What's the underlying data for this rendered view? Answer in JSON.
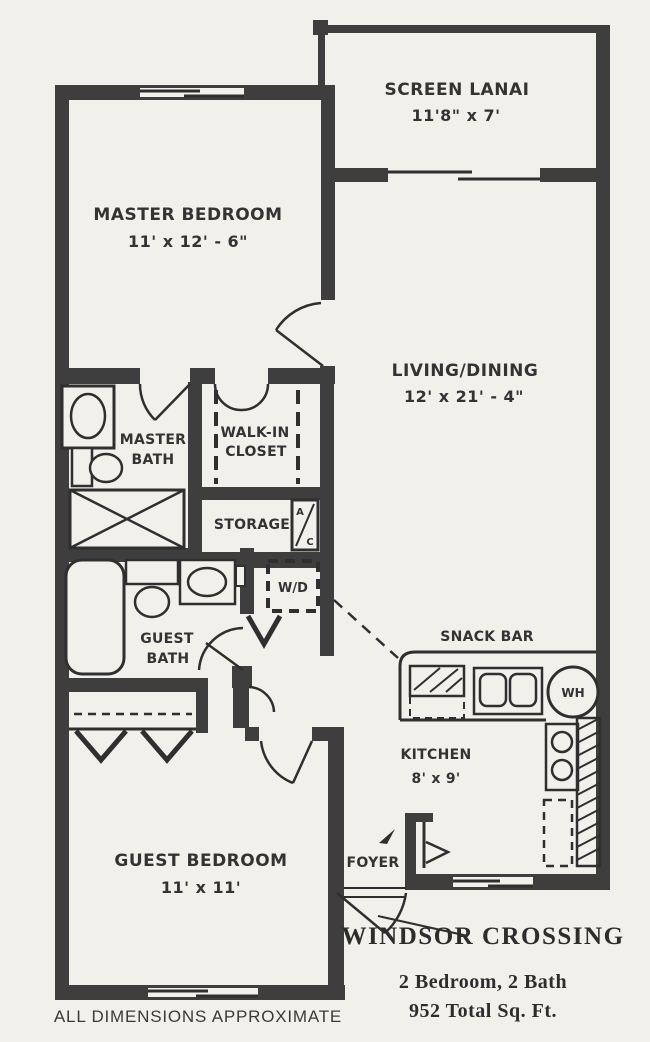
{
  "plan": {
    "rooms": {
      "screen_lanai": {
        "name": "SCREEN LANAI",
        "dims": "11'8\" x 7'"
      },
      "master_bedroom": {
        "name": "MASTER BEDROOM",
        "dims": "11' x 12' - 6\""
      },
      "living_dining": {
        "name": "LIVING/DINING",
        "dims": "12' x 21' - 4\""
      },
      "master_bath": {
        "line1": "MASTER",
        "line2": "BATH"
      },
      "walk_in_closet": {
        "line1": "WALK-IN",
        "line2": "CLOSET"
      },
      "storage": {
        "name": "STORAGE"
      },
      "guest_bath": {
        "line1": "GUEST",
        "line2": "BATH"
      },
      "snack_bar": {
        "name": "SNACK BAR"
      },
      "kitchen": {
        "name": "KITCHEN",
        "dims": "8' x 9'"
      },
      "guest_bedroom": {
        "name": "GUEST BEDROOM",
        "dims": "11' x 11'"
      },
      "foyer": {
        "name": "FOYER"
      }
    },
    "appliances": {
      "ac_unit": {
        "label": "A/C",
        "letter_top": "A",
        "letter_bottom": "C"
      },
      "washer_dryer": {
        "label": "W/D"
      },
      "water_heater": {
        "label": "WH"
      }
    },
    "title_block": {
      "title": "WINDSOR CROSSING",
      "line1": "2 Bedroom, 2 Bath",
      "line2": "952 Total Sq. Ft."
    },
    "footnote": "ALL DIMENSIONS APPROXIMATE",
    "colors": {
      "paper": "#f2f0eb",
      "wall": "#3e3e3e",
      "ink": "#2f2f2f"
    }
  }
}
